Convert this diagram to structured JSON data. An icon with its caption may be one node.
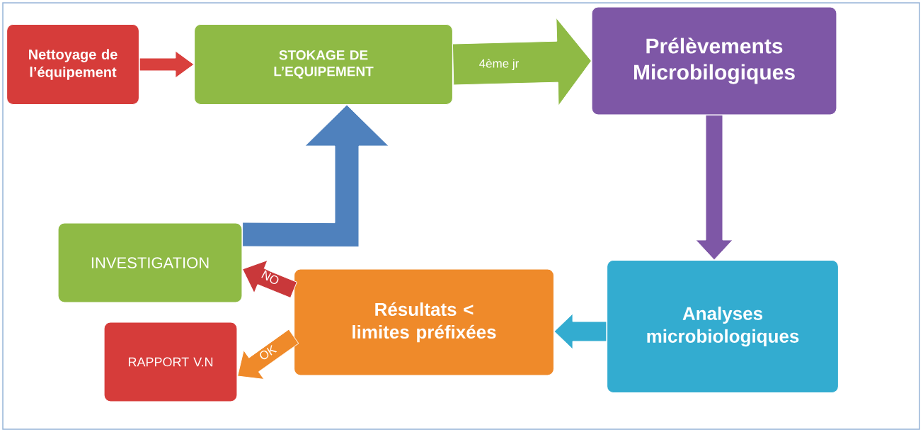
{
  "diagram": {
    "nodes": [
      {
        "text": [
          "Nettoyage de l’équipement"
        ]
      },
      {
        "text": [
          "STOKAGE DE L’EQUIPEMENT"
        ]
      },
      {
        "text": [
          "Prélèvements Microbilogiques"
        ]
      },
      {
        "text": [
          "Analyses microbiologiques"
        ]
      },
      {
        "text": [
          "Résultats < limites préfixées"
        ]
      },
      {
        "text": [
          "INVESTIGATION"
        ]
      },
      {
        "text": [
          "RAPPORT V.N"
        ]
      }
    ],
    "edges": [
      {
        "from": 0,
        "to": 1,
        "arrow": "to",
        "style": "thick",
        "color": "#d9403d"
      },
      {
        "from": 1,
        "to": 2,
        "arrow": "to",
        "label": "4ème jr",
        "style": "thick",
        "color": "#8fba45"
      },
      {
        "from": 2,
        "to": 3,
        "arrow": "to",
        "style": "thick",
        "color": "#7e57a6"
      },
      {
        "from": 3,
        "to": 4,
        "arrow": "to",
        "style": "thick",
        "color": "#33acd0"
      },
      {
        "from": 4,
        "to": 5,
        "arrow": "to",
        "label": "NO",
        "style": "thick",
        "color": "#c9383a"
      },
      {
        "from": 4,
        "to": 6,
        "arrow": "to",
        "label": "OK",
        "style": "thick",
        "color": "#ef8a2a"
      },
      {
        "from": 5,
        "to": 1,
        "arrow": "to",
        "style": "thick",
        "color": "#4f81bd"
      }
    ]
  }
}
